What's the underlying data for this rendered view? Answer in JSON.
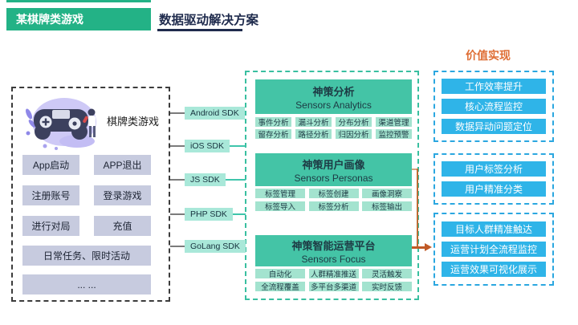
{
  "header": {
    "brand": "某棋牌类游戏",
    "title": "数据驱动解决方案"
  },
  "game": {
    "label": "棋牌类游戏",
    "events": [
      "App启动",
      "APP退出",
      "注册账号",
      "登录游戏",
      "进行对局",
      "充值"
    ],
    "events_wide": [
      "日常任务、限时活动",
      "... ..."
    ]
  },
  "sdks": [
    "Android SDK",
    "iOS SDK",
    "JS SDK",
    "PHP SDK",
    "GoLang SDK"
  ],
  "platform": {
    "sections": [
      {
        "title_zh": "神策分析",
        "title_en": "Sensors Analytics",
        "features": [
          "事件分析",
          "漏斗分析",
          "分布分析",
          "渠道管理",
          "留存分析",
          "路径分析",
          "归因分析",
          "监控预警"
        ]
      },
      {
        "title_zh": "神策用户画像",
        "title_en": "Sensors Personas",
        "features": [
          "标签管理",
          "标签创建",
          "画像洞察",
          "标签导入",
          "标签分析",
          "标签输出"
        ]
      },
      {
        "title_zh": "神策智能运营平台",
        "title_en": "Sensors Focus",
        "features": [
          "自动化",
          "人群精准推送",
          "灵活触发",
          "全流程覆盖",
          "多平台多渠道",
          "实时反馈"
        ]
      }
    ]
  },
  "value": {
    "title": "价值实现",
    "groups": [
      {
        "items": [
          "工作效率提升",
          "核心流程监控",
          "数据异动问题定位"
        ]
      },
      {
        "items": [
          "用户标签分析",
          "用户精准分类"
        ]
      },
      {
        "items": [
          "目标人群精准触达",
          "运营计划全流程监控",
          "运营效果可视化展示"
        ]
      }
    ]
  },
  "colors": {
    "brand_green": "#23B286",
    "section_green": "#44C4A6",
    "chip_green": "#A3E3CF",
    "sdk_green": "#A9E8D9",
    "event_gray": "#C7CBDF",
    "value_blue": "#2FB4E8",
    "value_border_blue": "#2BA7E0",
    "arrow_orange": "#C05A26",
    "title_navy": "#1F2B4D",
    "value_title_orange": "#DF6E35"
  }
}
